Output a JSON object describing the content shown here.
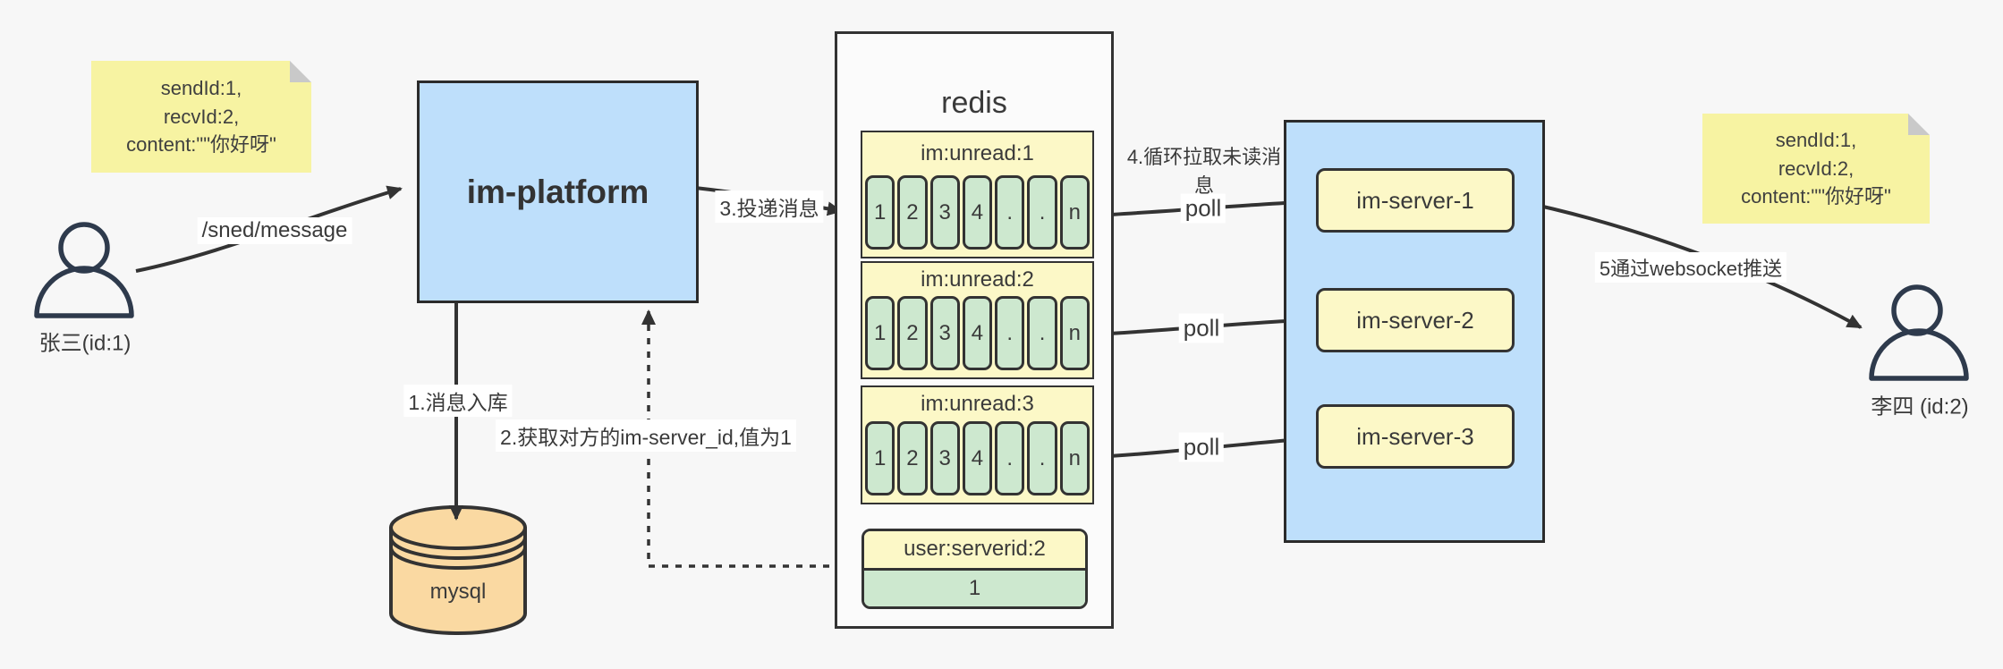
{
  "diagram": {
    "background": "#f7f7f7",
    "type": "im-message-flow-architecture"
  },
  "notes": {
    "left": {
      "line1": "sendId:1,",
      "line2": "recvId:2,",
      "line3": "content:\"\"你好呀\""
    },
    "right": {
      "line1": "sendId:1,",
      "line2": "recvId:2,",
      "line3": "content:\"\"你好呀\""
    }
  },
  "actors": {
    "sender": "张三(id:1)",
    "receiver": "李四 (id:2)"
  },
  "platform": {
    "label": "im-platform"
  },
  "database": {
    "label": "mysql"
  },
  "redis": {
    "title": "redis",
    "queues": [
      {
        "title": "im:unread:1",
        "cells": [
          "1",
          "2",
          "3",
          "4",
          ".",
          ".",
          "n"
        ]
      },
      {
        "title": "im:unread:2",
        "cells": [
          "1",
          "2",
          "3",
          "4",
          ".",
          ".",
          "n"
        ]
      },
      {
        "title": "im:unread:3",
        "cells": [
          "1",
          "2",
          "3",
          "4",
          ".",
          ".",
          "n"
        ]
      }
    ],
    "server_map": {
      "title": "user:serverid:2",
      "value": "1"
    }
  },
  "server_cluster": {
    "servers": [
      "im-server-1",
      "im-server-2",
      "im-server-3"
    ]
  },
  "labels": {
    "send_api": "/sned/message",
    "step1": "1.消息入库",
    "step2": "2.获取对方的im-server_id,值为1",
    "step3": "3.投递消息",
    "step4": "4.循环拉取未读消息",
    "step5": "5通过websocket推送",
    "poll": "poll"
  },
  "colors": {
    "canvas": "#f7f7f7",
    "note_yellow": "#f7f3a2",
    "box_blue": "#bedffb",
    "box_yellow": "#fcf8c7",
    "cell_green": "#cde8cf",
    "db_tan": "#fad9a2",
    "stroke": "#333333"
  }
}
